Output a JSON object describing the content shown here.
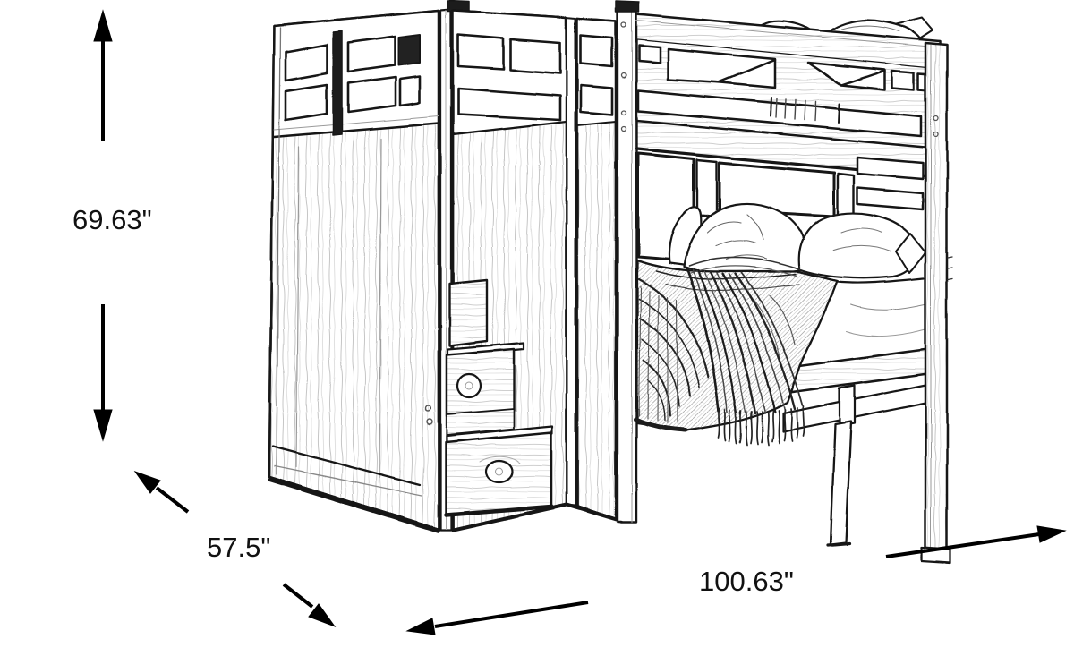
{
  "page": {
    "background": "#ffffff",
    "ink": "#161616"
  },
  "dimensions": {
    "height": {
      "label": "69.63\""
    },
    "depth": {
      "label": "57.5\""
    },
    "width": {
      "label": "100.63\""
    }
  }
}
